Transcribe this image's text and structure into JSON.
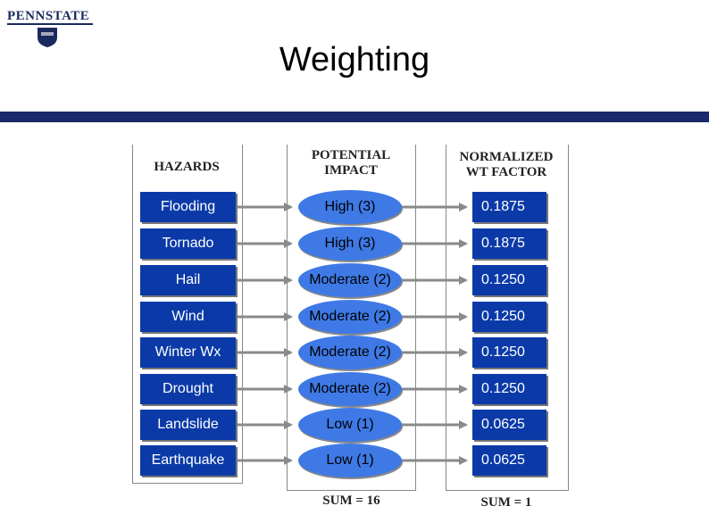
{
  "logo": {
    "text": "PENNSTATE"
  },
  "slide": {
    "title": "Weighting"
  },
  "columns": {
    "hazards": "HAZARDS",
    "impact": "POTENTIAL\nIMPACT",
    "factor": "NORMALIZED\nWT FACTOR"
  },
  "rows": [
    {
      "hazard": "Flooding",
      "impact": "High (3)",
      "factor": "0.1875"
    },
    {
      "hazard": "Tornado",
      "impact": "High (3)",
      "factor": "0.1875"
    },
    {
      "hazard": "Hail",
      "impact": "Moderate (2)",
      "factor": "0.1250"
    },
    {
      "hazard": "Wind",
      "impact": "Moderate (2)",
      "factor": "0.1250"
    },
    {
      "hazard": "Winter Wx",
      "impact": "Moderate (2)",
      "factor": "0.1250"
    },
    {
      "hazard": "Drought",
      "impact": "Moderate (2)",
      "factor": "0.1250"
    },
    {
      "hazard": "Landslide",
      "impact": "Low (1)",
      "factor": "0.0625"
    },
    {
      "hazard": "Earthquake",
      "impact": "Low (1)",
      "factor": "0.0625"
    }
  ],
  "sums": {
    "impact": "SUM = 16",
    "factor": "SUM = 1"
  },
  "colors": {
    "box": "#0b3aa8",
    "ellipse": "#3e79e6",
    "title_bar": "#1a2a6c",
    "arrow": "#8a8a8a"
  }
}
